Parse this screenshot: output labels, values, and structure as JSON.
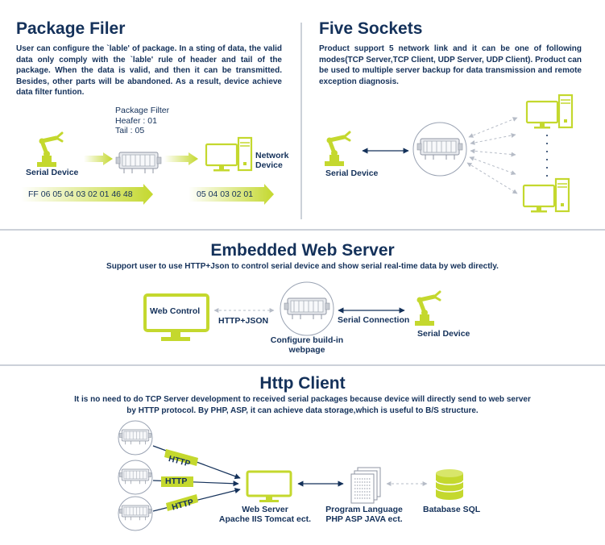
{
  "colors": {
    "accent": "#c4d82e",
    "accent_light": "#e4ee9e",
    "navy": "#14315a",
    "grey": "#9aa3b3"
  },
  "package_filer": {
    "title": "Package Filer",
    "description": "User can configure the `lable' of package. In a sting of data, the valid data only comply with the `lable' rule of header and tail of the package. When the data is valid, and then it can be transmitted. Besides, other parts will be abandoned. As a result, device achieve data filter funtion.",
    "filter_title": "Package Filter",
    "filter_header": "Heafer :  01",
    "filter_tail": "Tail :  05",
    "serial_label": "Serial Device",
    "network_label_1": "Network",
    "network_label_2": "Device",
    "raw_data": "FF 06 05 04 03 02 01 46 48",
    "filtered_data": "05 04 03 02 01"
  },
  "five_sockets": {
    "title": "Five Sockets",
    "description": "Product support 5 network link and it can be one of following modes(TCP Server,TCP Client, UDP Server, UDP Client). Product can be used to multiple server backup for data transmission and remote exception diagnosis.",
    "serial_label": "Serial Device"
  },
  "web_server": {
    "title": "Embedded Web Server",
    "description": "Support user to use HTTP+Json to control serial device and show serial real-time data by web directly.",
    "web_control_label": "Web Control",
    "http_json_label": "HTTP+JSON",
    "configure_label_1": "Configure build-in",
    "configure_label_2": "webpage",
    "serial_connection_label": "Serial Connection",
    "serial_label": "Serial Device"
  },
  "http_client": {
    "title": "Http Client",
    "description_1": "It is no need to do TCP Server development to received serial packages because device will directly send to web server",
    "description_2": "by HTTP protocol. By PHP, ASP, it can achieve data storage,which is useful to B/S structure.",
    "http_tags": [
      "HTTP",
      "HTTP",
      "HTTP"
    ],
    "web_server_label_1": "Web Server",
    "web_server_label_2": "Apache IIS Tomcat ect.",
    "program_label_1": "Program Language",
    "program_label_2": "PHP ASP JAVA ect.",
    "database_label": "Batabase SQL"
  }
}
